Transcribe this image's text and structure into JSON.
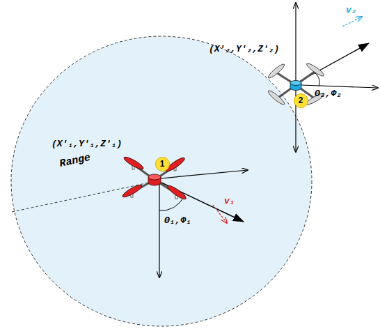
{
  "diagram": {
    "nodes": [
      {
        "text": [
          "1"
        ]
      },
      {
        "text": [
          "2"
        ]
      }
    ],
    "labels": [
      "(X'₁,Y'₁,Z'₁)",
      "Range",
      "Θ₁,Φ₁",
      "v₁",
      "(X'₂,Y'₂,Z'₂)",
      "Θ₂,Φ₂",
      "v₂"
    ]
  }
}
